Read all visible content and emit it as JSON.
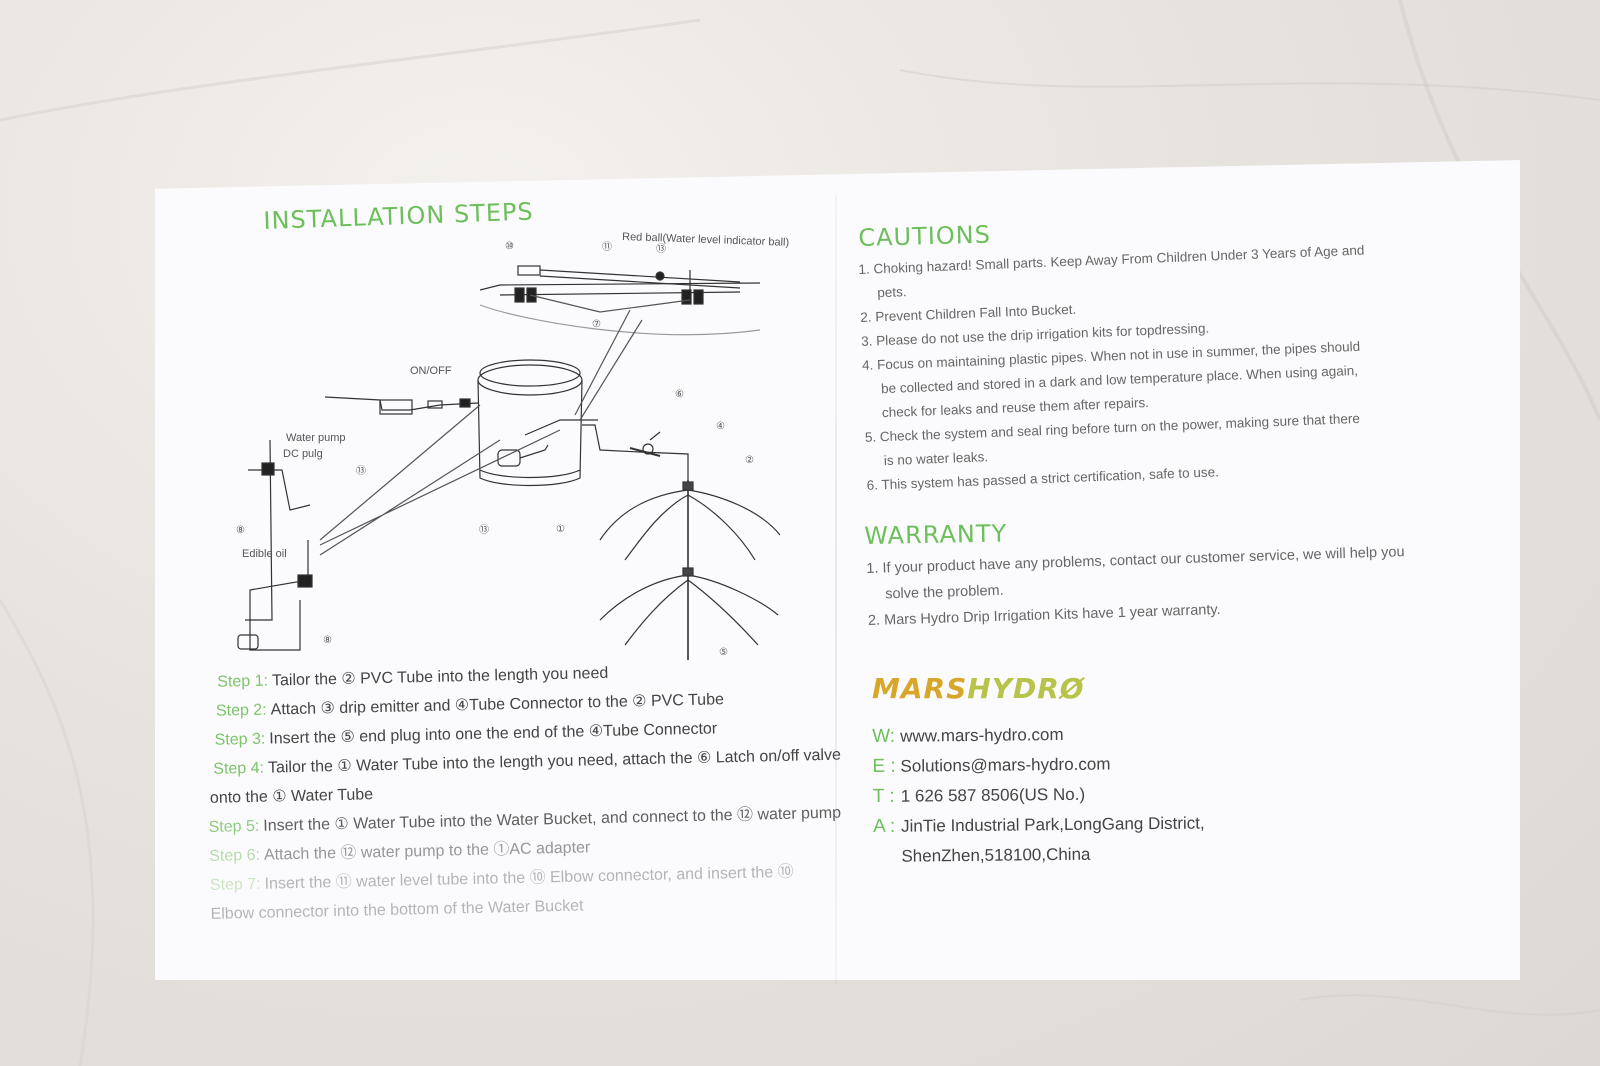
{
  "installation": {
    "title": "INSTALLATION STEPS",
    "diagram_labels": {
      "red_ball": "Red ball(Water level indicator ball)",
      "on_off": "ON/OFF",
      "water_pump": "Water pump",
      "dc_plug": "DC pulg",
      "edible_oil": "Edible oil"
    },
    "callouts": [
      "①",
      "②",
      "④",
      "⑤",
      "⑥",
      "⑦",
      "⑧",
      "⑩",
      "⑪",
      "⑬"
    ],
    "steps": [
      {
        "label": "Step 1:",
        "text": "Tailor the ② PVC Tube into the length you need"
      },
      {
        "label": "Step 2:",
        "text": "Attach ③ drip emitter and ④Tube Connector to the ② PVC Tube"
      },
      {
        "label": "Step 3:",
        "text": "Insert the ⑤ end plug into one the end of the ④Tube Connector"
      },
      {
        "label": "Step 4:",
        "text": "Tailor the ① Water Tube into the length you need, attach the ⑥ Latch on/off valve"
      },
      {
        "label": "",
        "text": "onto the ① Water Tube"
      },
      {
        "label": "Step 5:",
        "text": "Insert the ① Water Tube into the Water Bucket, and connect to the ⑫ water pump"
      },
      {
        "label": "Step 6:",
        "text": "Attach the ⑫ water pump to the ①AC adapter"
      },
      {
        "label": "Step 7:",
        "text": "Insert the ⑪ water level tube into the ⑩ Elbow connector, and insert the ⑩"
      },
      {
        "label": "",
        "text": "Elbow connector into the bottom of the Water Bucket"
      }
    ]
  },
  "cautions": {
    "title": "CAUTIONS",
    "items": [
      {
        "first": "1. Choking hazard! Small parts. Keep Away From Children Under 3 Years of Age and",
        "cont": "pets."
      },
      {
        "first": "2. Prevent Children Fall Into Bucket.",
        "cont": ""
      },
      {
        "first": "3. Please do not use the drip irrigation kits for topdressing.",
        "cont": ""
      },
      {
        "first": "4. Focus on maintaining plastic pipes. When not in use in summer, the pipes should",
        "cont": "be collected and stored in a dark and low temperature place. When using again,"
      },
      {
        "first": "",
        "cont": "check for leaks and reuse them after repairs."
      },
      {
        "first": "5. Check the system and seal ring before turn on the power, making sure that there",
        "cont": "is no water leaks."
      },
      {
        "first": "6. This system has passed a strict certification, safe to use.",
        "cont": ""
      }
    ]
  },
  "warranty": {
    "title": "WARRANTY",
    "items": [
      {
        "first": "1. If your product have any problems, contact our customer service, we will help you",
        "cont": "solve the problem."
      },
      {
        "first": "2. Mars Hydro Drip Irrigation Kits have 1 year warranty.",
        "cont": ""
      }
    ]
  },
  "brand": {
    "logo_part1": "MARS",
    "logo_part2": "HYDRØ",
    "colors": {
      "gold": "#d8a72a",
      "lime": "#b8c34a",
      "heading_green": "#6cbf5a"
    }
  },
  "contact": [
    {
      "key": "W:",
      "value": "www.mars-hydro.com"
    },
    {
      "key": "E :",
      "value": "Solutions@mars-hydro.com"
    },
    {
      "key": "T :",
      "value": "1 626 587 8506(US No.)"
    },
    {
      "key": "A :",
      "value": "JinTie Industrial Park,LongGang District,"
    },
    {
      "key": "",
      "value": "ShenZhen,518100,China"
    }
  ]
}
